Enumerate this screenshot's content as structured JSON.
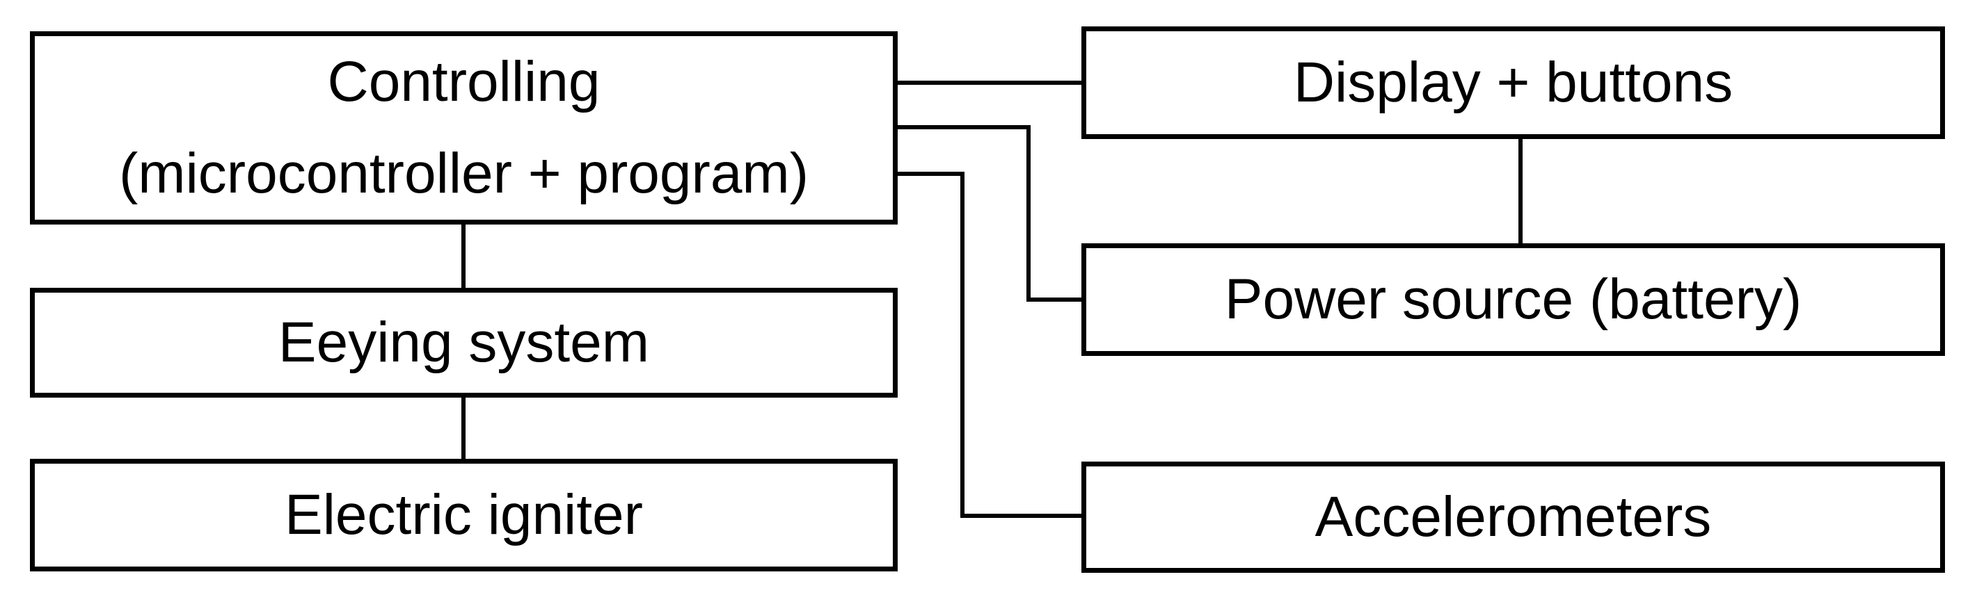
{
  "diagram": {
    "nodes": {
      "controlling": {
        "line1": "Controlling",
        "line2": "(microcontroller + program)"
      },
      "eeying": {
        "label": "Eeying system"
      },
      "igniter": {
        "label": "Electric igniter"
      },
      "display": {
        "label": "Display + buttons"
      },
      "power": {
        "label": "Power source (battery)"
      },
      "accelerometers": {
        "label": "Accelerometers"
      }
    },
    "colors": {
      "line": "#000000",
      "text": "#000000",
      "box_fill": "#ffffff",
      "background": "#ffffff"
    }
  }
}
